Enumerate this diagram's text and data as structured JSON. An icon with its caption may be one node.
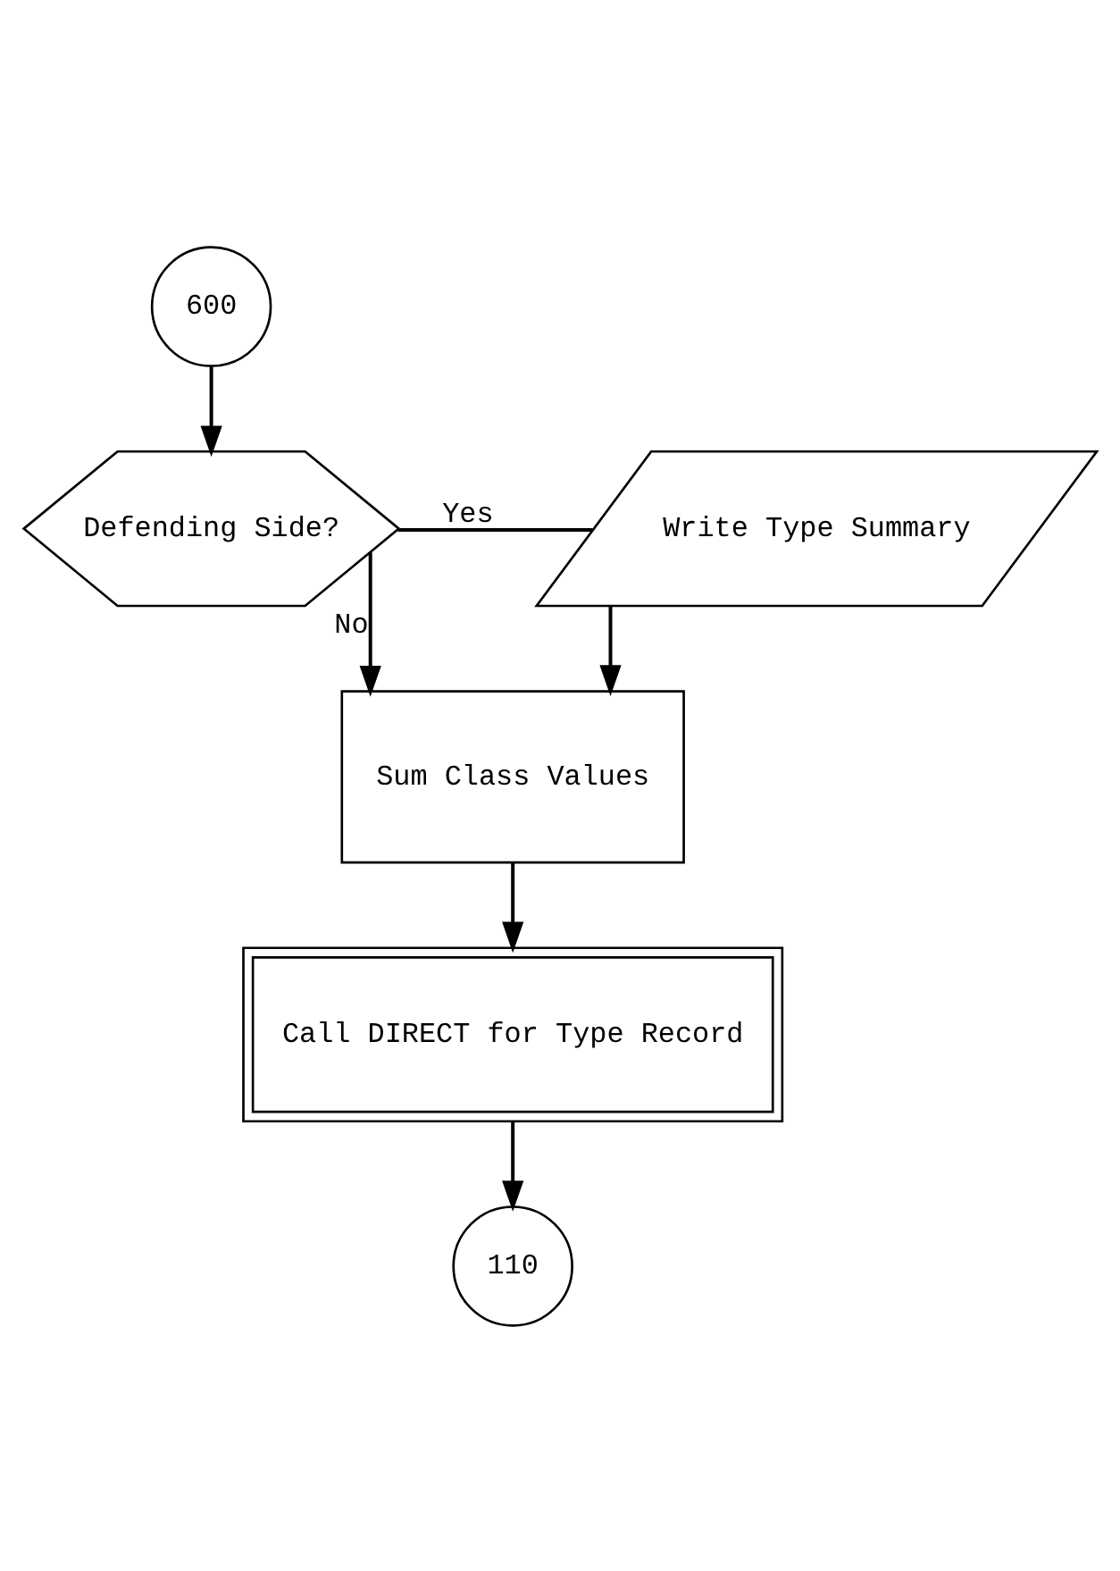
{
  "diagram": {
    "nodes": [
      {
        "text": [
          "600"
        ]
      },
      {
        "text": [
          "Defending Side?"
        ]
      },
      {
        "text": [
          "Write Type Summary"
        ]
      },
      {
        "text": [
          "Sum Class Values"
        ]
      },
      {
        "text": [
          "Call DIRECT for Type Record"
        ]
      },
      {
        "text": [
          "110"
        ]
      }
    ],
    "edges": [
      {
        "from": 0,
        "to": 1,
        "arrow": "to"
      },
      {
        "from": 1,
        "to": 2,
        "arrow": "none",
        "label": "Yes"
      },
      {
        "from": 1,
        "to": 3,
        "arrow": "to",
        "label": "No"
      },
      {
        "from": 2,
        "to": 3,
        "arrow": "to"
      },
      {
        "from": 3,
        "to": 4,
        "arrow": "to"
      },
      {
        "from": 4,
        "to": 5,
        "arrow": "to"
      }
    ]
  }
}
